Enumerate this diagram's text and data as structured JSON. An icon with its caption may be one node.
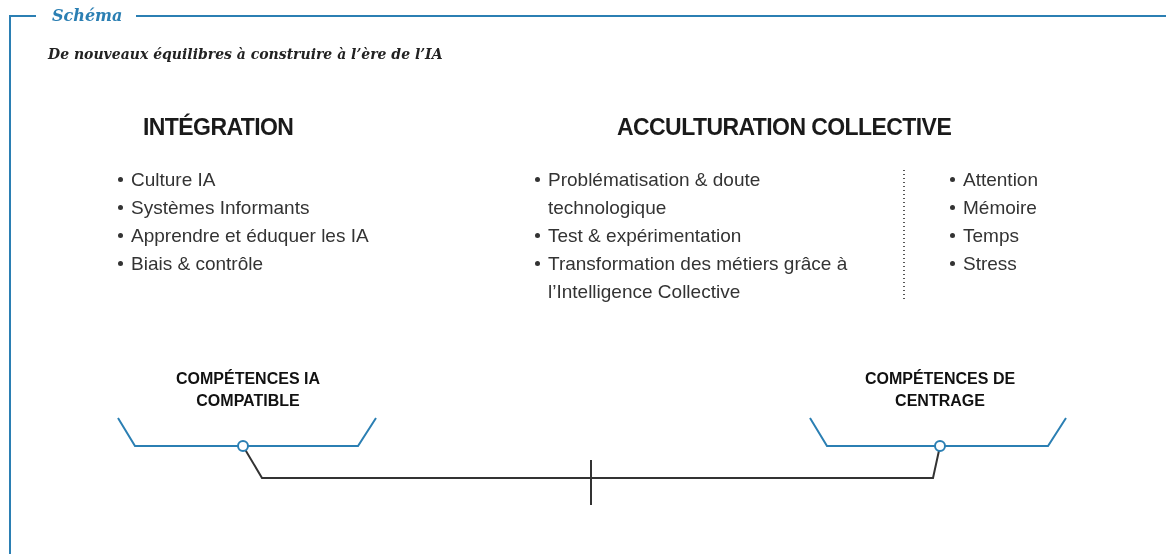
{
  "diagram": {
    "title": "Schéma",
    "labels": [
      "De nouveaux équilibres à construire à l’ère de l’IA",
      "INTÉGRATION",
      "Culture IA",
      "Systèmes Informants",
      "Apprendre et éduquer les IA",
      "Biais & contrôle",
      "ACCULTURATION COLLECTIVE",
      "Problématisation & doute technologique",
      "Test & expérimentation",
      "Transformation des métiers grâce à l’Intelligence Collective",
      "Attention",
      "Mémoire",
      "Temps",
      "Stress",
      "COMPÉTENCES IA COMPATIBLE",
      "COMPÉTENCES DE CENTRAGE"
    ]
  }
}
